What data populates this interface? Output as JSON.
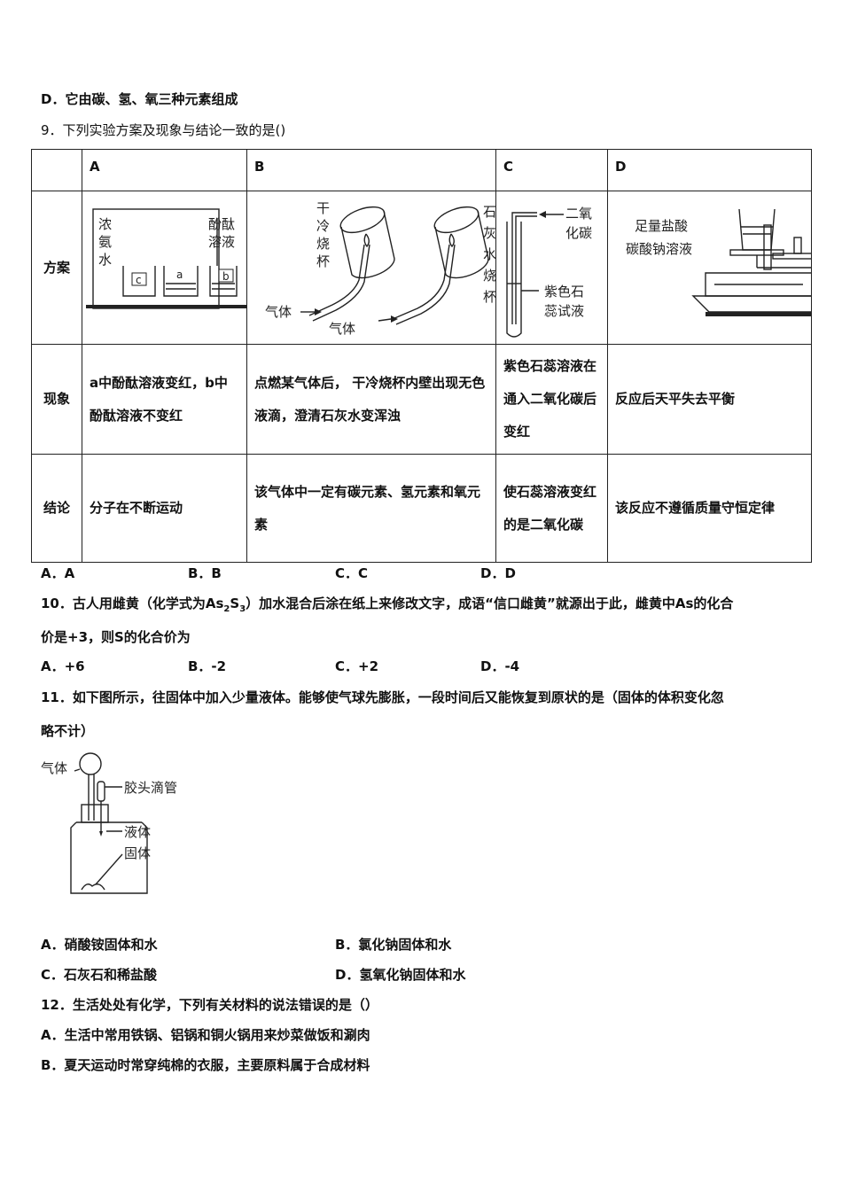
{
  "q8": {
    "optD": "D．它由碳、氢、氧三种元素组成"
  },
  "q9": {
    "stem": "9．下列实验方案及现象与结论一致的是()",
    "headers": [
      "",
      "A",
      "B",
      "C",
      "D"
    ],
    "row_labels": {
      "plan": "方案",
      "phenomenon": "现象",
      "conclusion": "结论"
    },
    "diagrams": {
      "A": {
        "labels": [
          "浓",
          "氨",
          "水",
          "酚酞",
          "溶液",
          "c",
          "a",
          "b"
        ]
      },
      "B": {
        "labels": [
          "干",
          "冷",
          "烧",
          "杯",
          "石",
          "灰",
          "水",
          "烧",
          "杯",
          "气体",
          "气体"
        ]
      },
      "C": {
        "labels": [
          "二氧",
          "化碳",
          "紫色石",
          "蕊试液"
        ]
      },
      "D": {
        "labels": [
          "足量盐酸",
          "碳酸钠溶液"
        ]
      }
    },
    "phenomenon": {
      "A": "a中酚酞溶液变红，b中酚酞溶液不变红",
      "B": "点燃某气体后， 干冷烧杯内壁出现无色液滴，澄清石灰水变浑浊",
      "C": "紫色石蕊溶液在通入二氧化碳后变红",
      "D": "反应后天平失去平衡"
    },
    "conclusion": {
      "A": "分子在不断运动",
      "B": "该气体中一定有碳元素、氢元素和氧元素",
      "C": "使石蕊溶液变红的是二氧化碳",
      "D": "该反应不遵循质量守恒定律"
    },
    "options": [
      "A．A",
      "B．B",
      "C．C",
      "D．D"
    ]
  },
  "q10": {
    "line1_pre": "10．古人用雌黄（化学式为As",
    "sub1": "2",
    "mid": "S",
    "sub2": "3",
    "line1_post": "）加水混合后涂在纸上来修改文字，成语“信口雌黄”就源出于此，雌黄中As的化合",
    "line2": "价是+3，则S的化合价为",
    "options": [
      "A．+6",
      "B．-2",
      "C．+2",
      "D．-4"
    ]
  },
  "q11": {
    "line1": "11．如下图所示，往固体中加入少量液体。能够使气球先膨胀，一段时间后又能恢复到原状的是（固体的体积变化忽",
    "line2": "略不计）",
    "figure_labels": {
      "gas": "气体",
      "dropper": "胶头滴管",
      "liquid": "液体",
      "solid": "固体"
    },
    "options": [
      "A．硝酸铵固体和水",
      "B．氯化钠固体和水",
      "C．石灰石和稀盐酸",
      "D．氢氧化钠固体和水"
    ]
  },
  "q12": {
    "stem": "12．生活处处有化学，下列有关材料的说法错误的是（）",
    "optA": "A．生活中常用铁锅、铝锅和铜火锅用来炒菜做饭和涮肉",
    "optB": "B．夏天运动时常穿纯棉的衣服，主要原料属于合成材料"
  }
}
